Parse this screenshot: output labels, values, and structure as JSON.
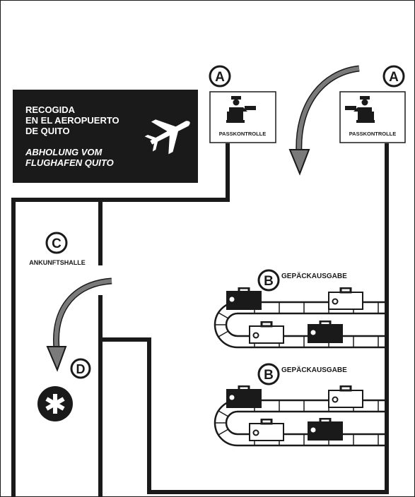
{
  "pickup_sign": {
    "line1": "RECOGIDA",
    "line2": "EN EL AEROPUERTO",
    "line3": "DE QUITO",
    "line4": "ABHOLUNG VOM",
    "line5": "FLUGHAFEN QUITO",
    "icon": "airplane-icon"
  },
  "passport_control": [
    {
      "marker": "A",
      "label": "PASSKONTROLLE",
      "icon": "passport-officer-icon"
    },
    {
      "marker": "A",
      "label": "PASSKONTROLLE",
      "icon": "passport-officer-icon"
    }
  ],
  "baggage_claim": [
    {
      "marker": "B",
      "label": "GEPÄCKAUSGABE",
      "icon": "suitcase-icon"
    },
    {
      "marker": "B",
      "label": "GEPÄCKAUSGABE",
      "icon": "suitcase-icon"
    }
  ],
  "arrival_hall": {
    "marker": "C",
    "label": "ANKUNFTSHALLE"
  },
  "meeting_point": {
    "marker": "D",
    "icon": "asterisk-icon"
  },
  "colors": {
    "ink": "#1a1a1a",
    "arrow": "#7a7a7a",
    "background": "#ffffff"
  }
}
